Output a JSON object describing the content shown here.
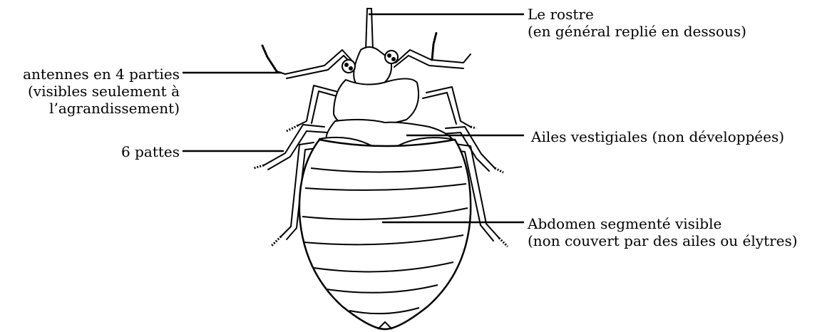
{
  "labels": {
    "rostre": {
      "line1": "Le rostre",
      "line2": "(en général replié en dessous)"
    },
    "antennes": {
      "line1": "antennes en 4 parties",
      "line2": "(visibles seulement à",
      "line3": "l’agrandissement)"
    },
    "ailes": {
      "line1": "Ailes vestigiales (non développées)"
    },
    "pattes": {
      "line1": "6 pattes"
    },
    "abdomen": {
      "line1": "Abdomen segmenté visible",
      "line2": "(non couvert par des ailes ou élytres)"
    }
  }
}
